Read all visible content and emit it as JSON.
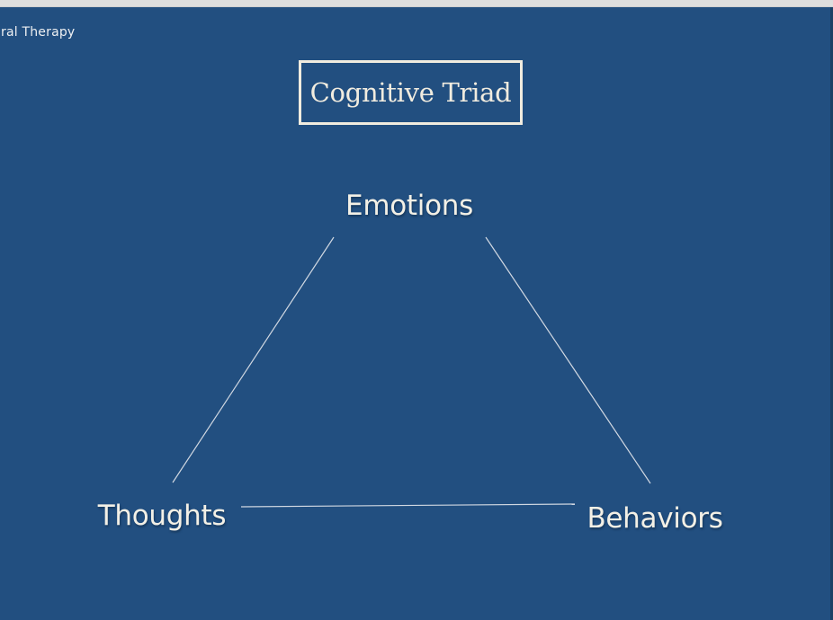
{
  "window": {
    "top_bar_color": "#dedede",
    "right_edge_color": "#1c4166"
  },
  "slide": {
    "background_color": "#224f80",
    "text_color": "#f2eee1",
    "deck_title_partial": "ral Therapy",
    "title_box": {
      "label": "Cognitive Triad",
      "border_color": "#f1ecdf"
    },
    "diagram": {
      "type": "triangle",
      "edge_color": "#e9ecef",
      "nodes": [
        {
          "id": "emotions",
          "label": "Emotions",
          "position": "top"
        },
        {
          "id": "thoughts",
          "label": "Thoughts",
          "position": "bottom-left"
        },
        {
          "id": "behaviors",
          "label": "Behaviors",
          "position": "bottom-right"
        }
      ],
      "edges": [
        {
          "from": "emotions",
          "to": "thoughts"
        },
        {
          "from": "emotions",
          "to": "behaviors"
        },
        {
          "from": "thoughts",
          "to": "behaviors"
        }
      ]
    }
  }
}
